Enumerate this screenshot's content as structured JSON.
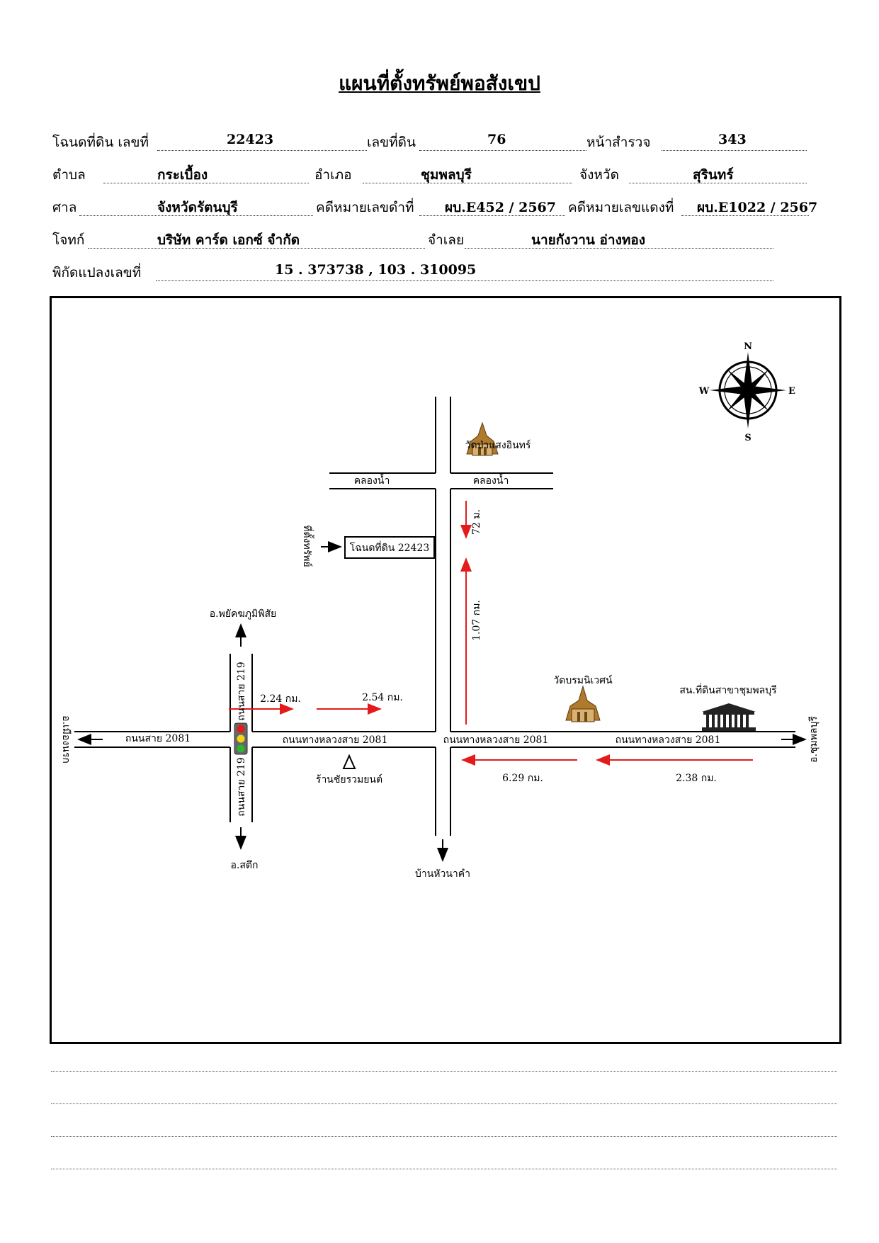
{
  "title": "แผนที่ตั้งทรัพย์พอสังเขป",
  "deed": {
    "deed_label": "โฉนดที่ดิน เลขที่",
    "deed_no": "22423",
    "land_label": "เลขที่ดิน",
    "land_no": "76",
    "survey_label": "หน้าสำรวจ",
    "survey_no": "343"
  },
  "location": {
    "subdistrict_label": "ตำบล",
    "subdistrict": "กระเบื้อง",
    "district_label": "อำเภอ",
    "district": "ชุมพลบุรี",
    "province_label": "จังหวัด",
    "province": "สุรินทร์"
  },
  "court": {
    "court_label": "ศาล",
    "court": "จังหวัดรัตนบุรี",
    "black_case_label": "คดีหมายเลขดำที่",
    "black_case": "ผบ.E452 / 2567",
    "red_case_label": "คดีหมายเลขแดงที่",
    "red_case": "ผบ.E1022 / 2567"
  },
  "parties": {
    "plaintiff_label": "โจทก์",
    "plaintiff": "บริษัท คาร์ด เอกซ์ จำกัด",
    "defendant_label": "จำเลย",
    "defendant": "นายกังวาน   อ่างทอง"
  },
  "coords": {
    "label": "พิกัดแปลงเลขที่",
    "value": "15 . 373738 , 103 . 310095"
  },
  "map": {
    "compass": {
      "n": "N",
      "s": "S",
      "e": "E",
      "w": "W"
    },
    "wat_north": "วัดป่าแสงอินทร์",
    "canal_left": "คลองน้ำ",
    "canal_right": "คลองน้ำ",
    "property_label": "ที่ตั้งทรัพย์",
    "deed_box": "โฉนดที่ดิน 22423",
    "dist_72m": "72 ม.",
    "dist_107km": "1.07 กม.",
    "to_phayakkhaphum": "อ.พยัคฆภูมิพิสัย",
    "road_219_top": "ถนนสาย 219",
    "road_219_bottom": "ถนนสาย 219",
    "to_satuek": "อ.สตึก",
    "to_mueang": "อ.เมืองนรก",
    "road_2081_left": "ถนนสาย 2081",
    "hwy_2081_a": "ถนนทางหลวงสาย 2081",
    "hwy_2081_b": "ถนนทางหลวงสาย 2081",
    "hwy_2081_c": "ถนนทางหลวงสาย 2081",
    "dist_224km": "2.24 กม.",
    "dist_254km": "2.54 กม.",
    "shop": "ร้านชัยรวมยนต์",
    "wat_east": "วัดบรมนิเวศน์",
    "land_office": "สน.ที่ดินสาขาชุมพลบุรี",
    "to_chumphon": "อ.ชุมพลบุรี",
    "dist_629km": "6.29 กม.",
    "dist_238km": "2.38 กม.",
    "to_ban_hua_na_kham": "บ้านหัวนาคำ",
    "route_color": "#e31b1b"
  }
}
